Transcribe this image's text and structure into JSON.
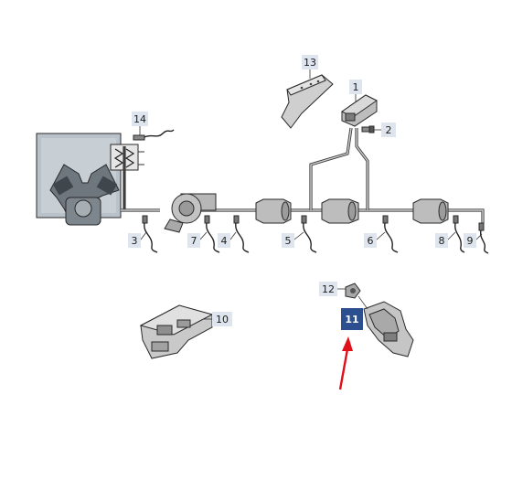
{
  "callouts": {
    "c1": "1",
    "c2": "2",
    "c3": "3",
    "c4": "4",
    "c5": "5",
    "c6": "6",
    "c7": "7",
    "c8": "8",
    "c9": "9",
    "c10": "10",
    "c11": "11",
    "c12": "12",
    "c13": "13",
    "c14": "14"
  },
  "highlight": {
    "callout": "11",
    "color": "#2c4f8f",
    "arrow_color": "#e0101a"
  },
  "colors": {
    "line": "#3d3d3d",
    "part_fill": "#c8c8c8",
    "callout_bg": "#dfe5ee"
  }
}
